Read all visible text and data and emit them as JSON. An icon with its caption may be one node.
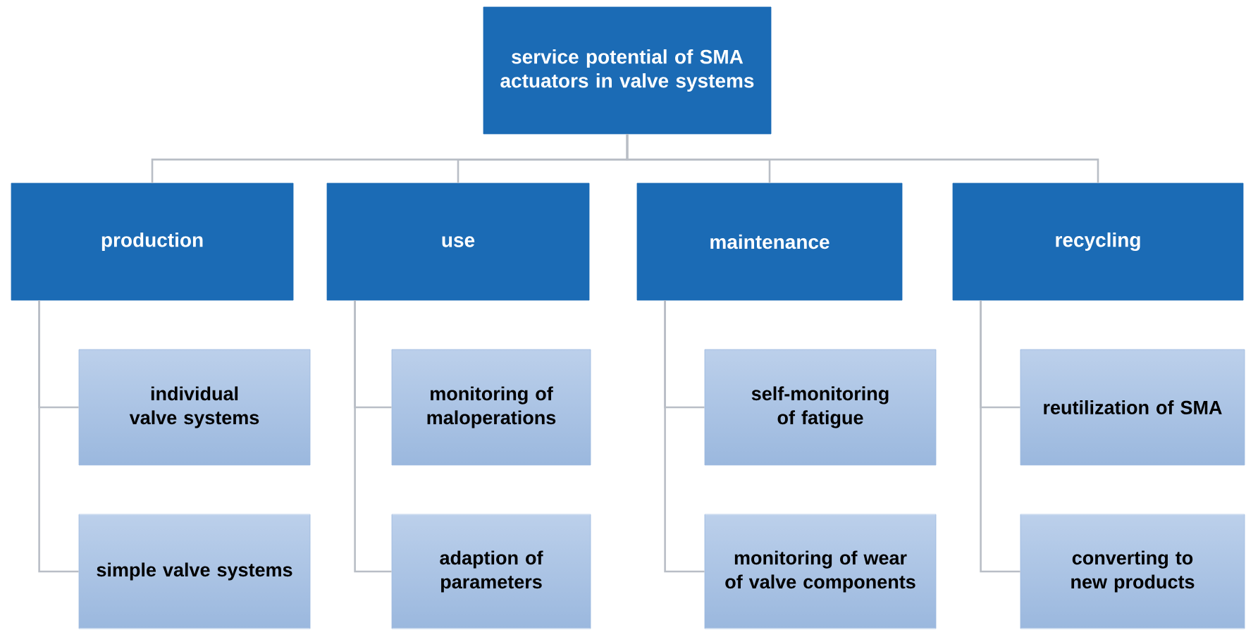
{
  "diagram": {
    "nodes": [
      {
        "text": [
          "service potential of SMA actuators in valve systems"
        ]
      },
      {
        "text": [
          "production"
        ]
      },
      {
        "text": [
          "use"
        ]
      },
      {
        "text": [
          "maintenance"
        ]
      },
      {
        "text": [
          "recycling"
        ]
      },
      {
        "text": [
          "individual valve systems"
        ]
      },
      {
        "text": [
          "simple valve systems"
        ]
      },
      {
        "text": [
          "monitoring of maloperations"
        ]
      },
      {
        "text": [
          "adaption of parameters"
        ]
      },
      {
        "text": [
          "self-monitoring of fatigue"
        ]
      },
      {
        "text": [
          "monitoring of wear of valve components"
        ]
      },
      {
        "text": [
          "reutilization of SMA"
        ]
      },
      {
        "text": [
          "converting to new products"
        ]
      }
    ],
    "edges": [
      {
        "from": 0,
        "to": 1,
        "arrow": "none"
      },
      {
        "from": 0,
        "to": 2,
        "arrow": "none"
      },
      {
        "from": 0,
        "to": 3,
        "arrow": "none"
      },
      {
        "from": 0,
        "to": 4,
        "arrow": "none"
      },
      {
        "from": 1,
        "to": 5,
        "arrow": "none"
      },
      {
        "from": 1,
        "to": 6,
        "arrow": "none"
      },
      {
        "from": 2,
        "to": 7,
        "arrow": "none"
      },
      {
        "from": 2,
        "to": 8,
        "arrow": "none"
      },
      {
        "from": 3,
        "to": 9,
        "arrow": "none"
      },
      {
        "from": 3,
        "to": 10,
        "arrow": "none"
      },
      {
        "from": 4,
        "to": 11,
        "arrow": "none"
      },
      {
        "from": 4,
        "to": 12,
        "arrow": "none"
      }
    ]
  }
}
